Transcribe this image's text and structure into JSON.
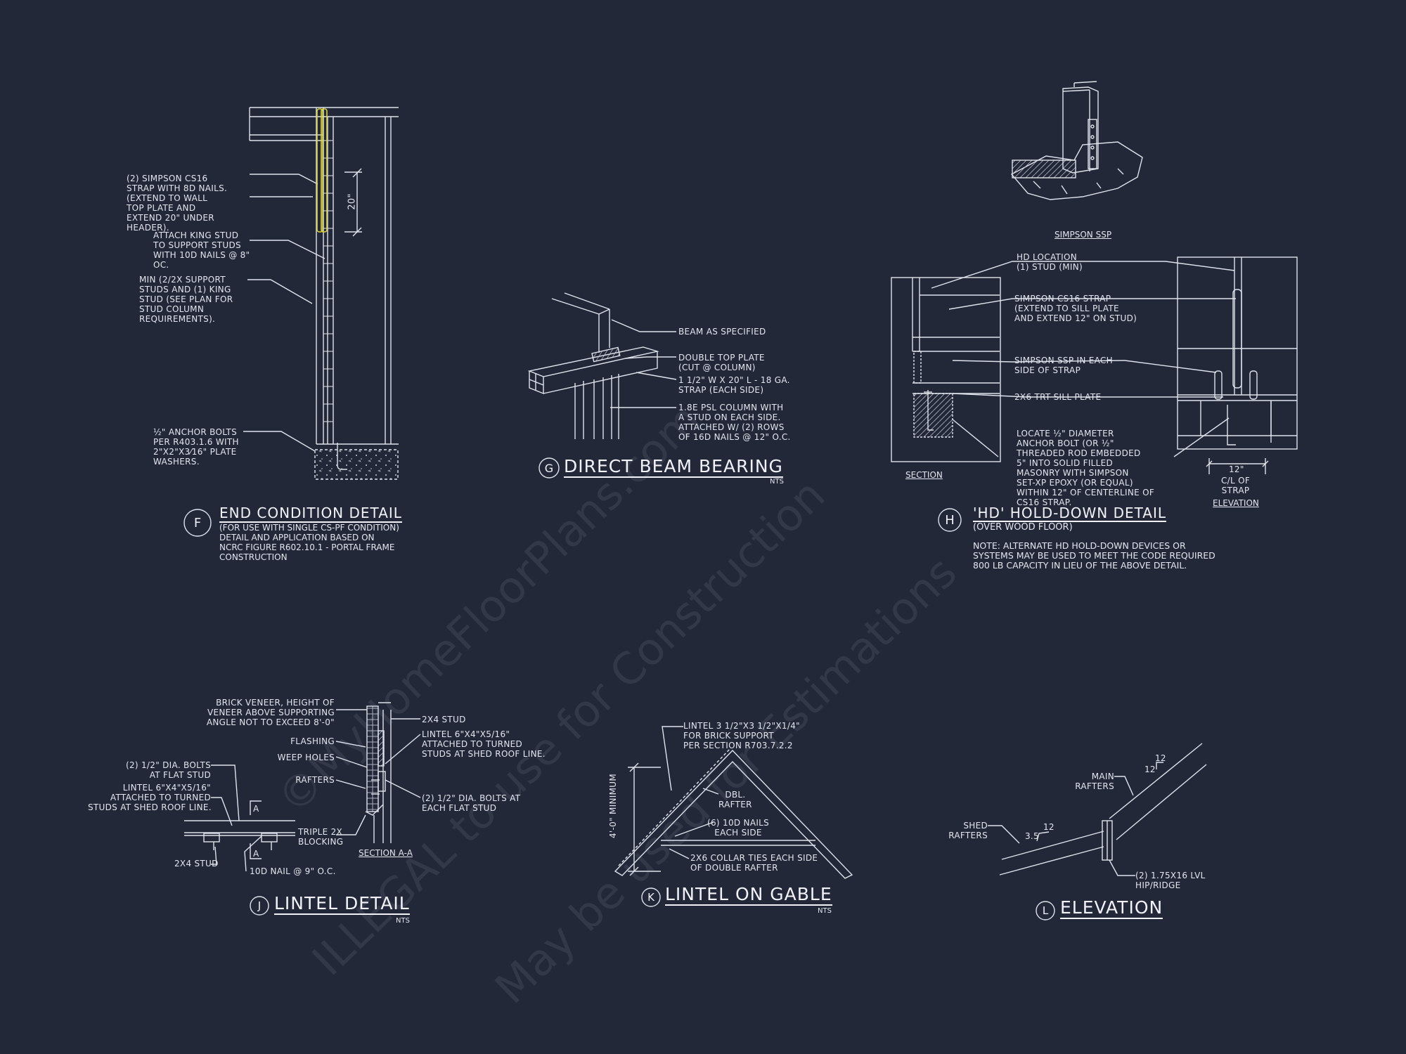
{
  "watermark": {
    "line1": "©MyHomeFloorPlans.com",
    "line2": "ILLEGAL to use for Construction",
    "line3": "May be used for Estimations"
  },
  "detail_f": {
    "bubble": "F",
    "title": "END CONDITION DETAIL",
    "subtitle": "(FOR USE WITH SINGLE CS-PF CONDITION)\nDETAIL AND APPLICATION BASED ON\nNCRC FIGURE R602.10.1 - PORTAL FRAME\nCONSTRUCTION",
    "dim_20": "20\"",
    "notes": {
      "strap": "(2) SIMPSON CS16\nSTRAP WITH 8d NAILS.\n(EXTEND TO WALL\nTOP PLATE AND\nEXTEND 20\" UNDER\nHEADER).",
      "king_stud": "ATTACH KING STUD\nTO SUPPORT STUDS\nWITH 10d NAILS @ 8\"\nOC.",
      "support_studs": "MIN (2/2X SUPPORT\nSTUDS AND (1) KING\nSTUD (SEE PLAN FOR\nSTUD COLUMN\nREQUIREMENTS).",
      "anchor": "½\" ANCHOR BOLTS\nPER R403.1.6 WITH\n2\"x2\"x3⁄16\" PLATE\nWASHERS."
    }
  },
  "detail_g": {
    "bubble": "G",
    "title": "DIRECT BEAM BEARING",
    "nts": "NTS",
    "notes": {
      "beam": "BEAM AS SPECIFIED",
      "plate": "DOUBLE TOP PLATE\n(CUT @ COLUMN)",
      "strap": "1 1/2\" W x 20\" L - 18 GA.\nSTRAP (EACH SIDE)",
      "column": "1.8E PSL COLUMN WITH\nA STUD ON EACH SIDE.\nATTACHED W/ (2) ROWS\nOF 16d NAILS @ 12\" O.C."
    }
  },
  "detail_h": {
    "bubble": "H",
    "title": "'HD' HOLD-DOWN DETAIL",
    "subtitle": "(OVER WOOD FLOOR)",
    "note": "NOTE: ALTERNATE HD HOLD-DOWN DEVICES OR\nSYSTEMS MAY BE USED TO MEET THE CODE REQUIRED\n800 LB CAPACITY IN LIEU OF THE ABOVE DETAIL.",
    "ssp_label": "SIMPSON SSP",
    "section_label": "SECTION",
    "elevation_label": "ELEVATION",
    "dim_12": "12\"",
    "cl_label": "C/L OF\nSTRAP",
    "notes": {
      "hd": "HD LOCATION\n(1) STUD (MIN)",
      "cs16": "SIMPSON CS16 STRAP\n(EXTEND TO SILL PLATE\nAND EXTEND 12\" ON STUD)",
      "ssp": "SIMPSON SSP IN EACH\nSIDE OF STRAP",
      "sill": "2x6 TRT SILL PLATE",
      "anchor": "LOCATE ½\" DIAMETER\nANCHOR BOLT (OR ½\"\nTHREADED ROD EMBEDDED\n5\" INTO SOLID FILLED\nMASONRY WITH SIMPSON\nSET-XP EPOXY (OR EQUAL)\nWITHIN 12\" OF CENTERLINE OF\nCS16 STRAP."
    }
  },
  "detail_j": {
    "bubble": "J",
    "title": "LINTEL DETAIL",
    "nts": "NTS",
    "section_label": "SECTION A-A",
    "cut_a": "A",
    "notes": {
      "bolts_flat": "(2) 1/2\" DIA. BOLTS\nAT FLAT STUD",
      "lintel_left": "LINTEL 6\"x4\"x5/16\"\nATTACHED TO TURNED\nSTUDS AT SHED ROOF LINE.",
      "stud_2x4_left": "2x4 STUD",
      "nail": "10d NAIL @ 9\" O.C.",
      "brick": "BRICK VENEER, HEIGHT OF\nVENEER ABOVE SUPPORTING\nANGLE NOT TO EXCEED 8'-0\"",
      "flashing": "FLASHING",
      "weep": "WEEP HOLES",
      "rafters": "RAFTERS",
      "blocking": "TRIPLE 2x\nBLOCKING",
      "stud_2x4_right": "2x4 STUD",
      "lintel_right": "LINTEL 6\"x4\"x5/16\"\nATTACHED TO TURNED\nSTUDS AT SHED ROOF LINE.",
      "bolts_right": "(2) 1/2\" DIA. BOLTS AT\nEACH FLAT STUD"
    }
  },
  "detail_k": {
    "bubble": "K",
    "title": "LINTEL ON GABLE",
    "nts": "NTS",
    "dim_min": "4'-0\" MINIMUM",
    "notes": {
      "lintel": "LINTEL 3 1/2\"x3 1/2\"x1/4\"\nFOR BRICK SUPPORT\nPER SECTION R703.7.2.2",
      "dbl": "DBL.\nRAFTER",
      "nails": "(6) 10d NAILS\nEACH SIDE",
      "collar": "2x6 COLLAR TIES EACH SIDE\nOF DOUBLE RAFTER"
    }
  },
  "detail_l": {
    "bubble": "L",
    "title": "ELEVATION",
    "notes": {
      "main": "MAIN\nRAFTERS",
      "shed": "SHED\nRAFTERS",
      "lvl": "(2) 1.75x16 LVL\nHIP/RIDGE",
      "pitch_12a": "12",
      "pitch_12b": "12",
      "pitch_12c": "12",
      "pitch_35": "3.5"
    }
  }
}
